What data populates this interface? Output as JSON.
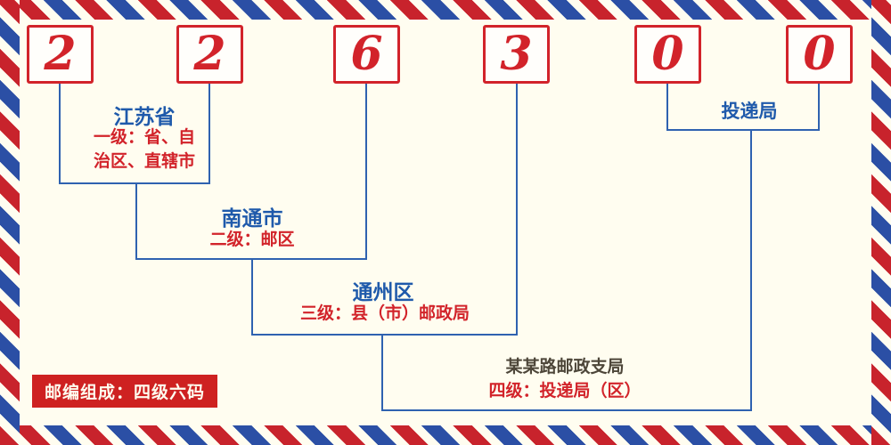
{
  "postal_code": {
    "digits": [
      "2",
      "2",
      "6",
      "3",
      "0",
      "0"
    ]
  },
  "levels": {
    "level1": {
      "name": "江苏省",
      "desc_line1": "一级：省、自",
      "desc_line2": "治区、直辖市"
    },
    "level2": {
      "name": "南通市",
      "desc": "二级：邮区"
    },
    "level3": {
      "name": "通州区",
      "desc": "三级：县（市）邮政局"
    },
    "level4": {
      "name": "某某路邮政支局",
      "desc": "四级：投递局（区）"
    },
    "delivery": {
      "name": "投递局"
    }
  },
  "footer": {
    "badge": "邮编组成：四级六码"
  },
  "colors": {
    "bg_cream": "#fffdf0",
    "stripe_red": "#c8232c",
    "stripe_blue": "#2b4fa5",
    "digit_red": "#d2232a",
    "label_blue": "#1f5aab",
    "desc_red": "#d2232a",
    "line_blue": "#2f62b0",
    "dark_text": "#4d4639",
    "badge_bg": "#ce2121",
    "badge_text": "#fffdf0"
  }
}
